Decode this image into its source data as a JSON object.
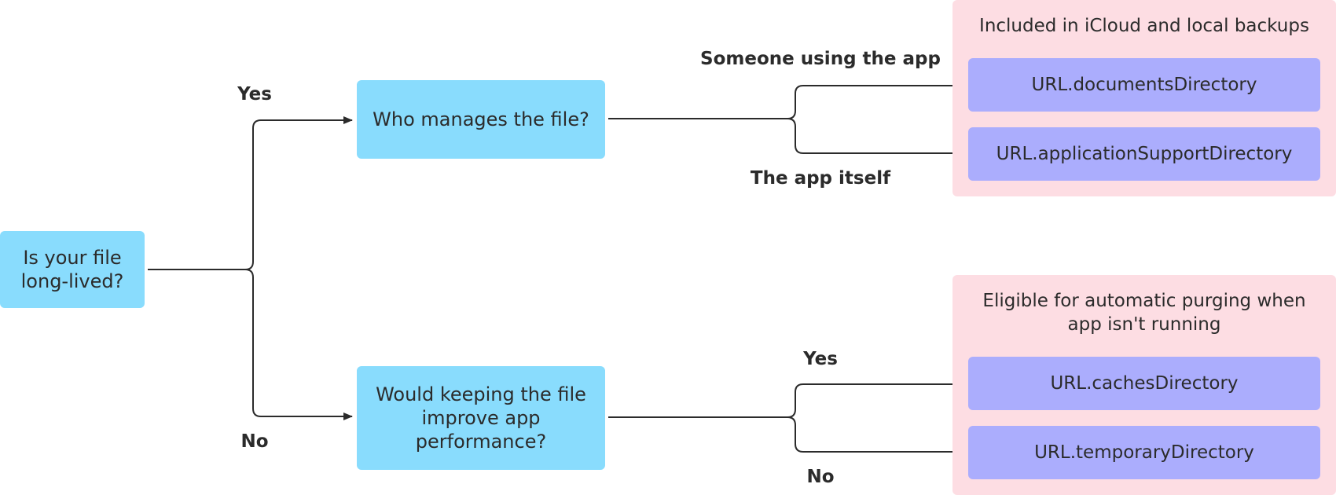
{
  "diagram": {
    "nodes": {
      "long_lived": "Is your file\nlong-lived?",
      "who_manages": "Who manages the file?",
      "keep_improve": "Would keeping the file\nimprove app\nperformance?"
    },
    "edges": {
      "yes_top": "Yes",
      "no_bottom": "No",
      "someone_using": "Someone using the app",
      "app_itself": "The app itself",
      "yes_cache": "Yes",
      "no_temp": "No"
    },
    "groups": {
      "backup": {
        "title": "Included in iCloud and local backups",
        "items": [
          "URL.documentsDirectory",
          "URL.applicationSupportDirectory"
        ]
      },
      "purge": {
        "title": "Eligible for automatic purging when\napp isn't running",
        "items": [
          "URL.cachesDirectory",
          "URL.temporaryDirectory"
        ]
      }
    }
  },
  "colors": {
    "decision_fill": "#89dcfd",
    "group_fill": "#fddde3",
    "api_fill": "#abadfd",
    "line": "#2b2b2b"
  }
}
